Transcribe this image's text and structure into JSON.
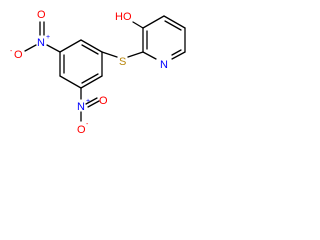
{
  "molecule": {
    "atoms": {
      "hydroxyl": "HO",
      "sulfur": "S",
      "pyridine_nitrogen": "N",
      "nitro_top": {
        "nitrogen": "N",
        "charge": "+",
        "oxygen_double": "O",
        "oxygen_single": "O",
        "oxygen_charge": "-"
      },
      "nitro_bottom": {
        "nitrogen": "N",
        "charge": "+",
        "oxygen_double": "O",
        "oxygen_single": "O",
        "oxygen_charge": "-"
      }
    }
  },
  "colors": {
    "bond": "#000000",
    "carbon_text": "#000000",
    "oxygen": "#ff0000",
    "nitrogen": "#0000ff",
    "sulfur": "#b8860b"
  }
}
